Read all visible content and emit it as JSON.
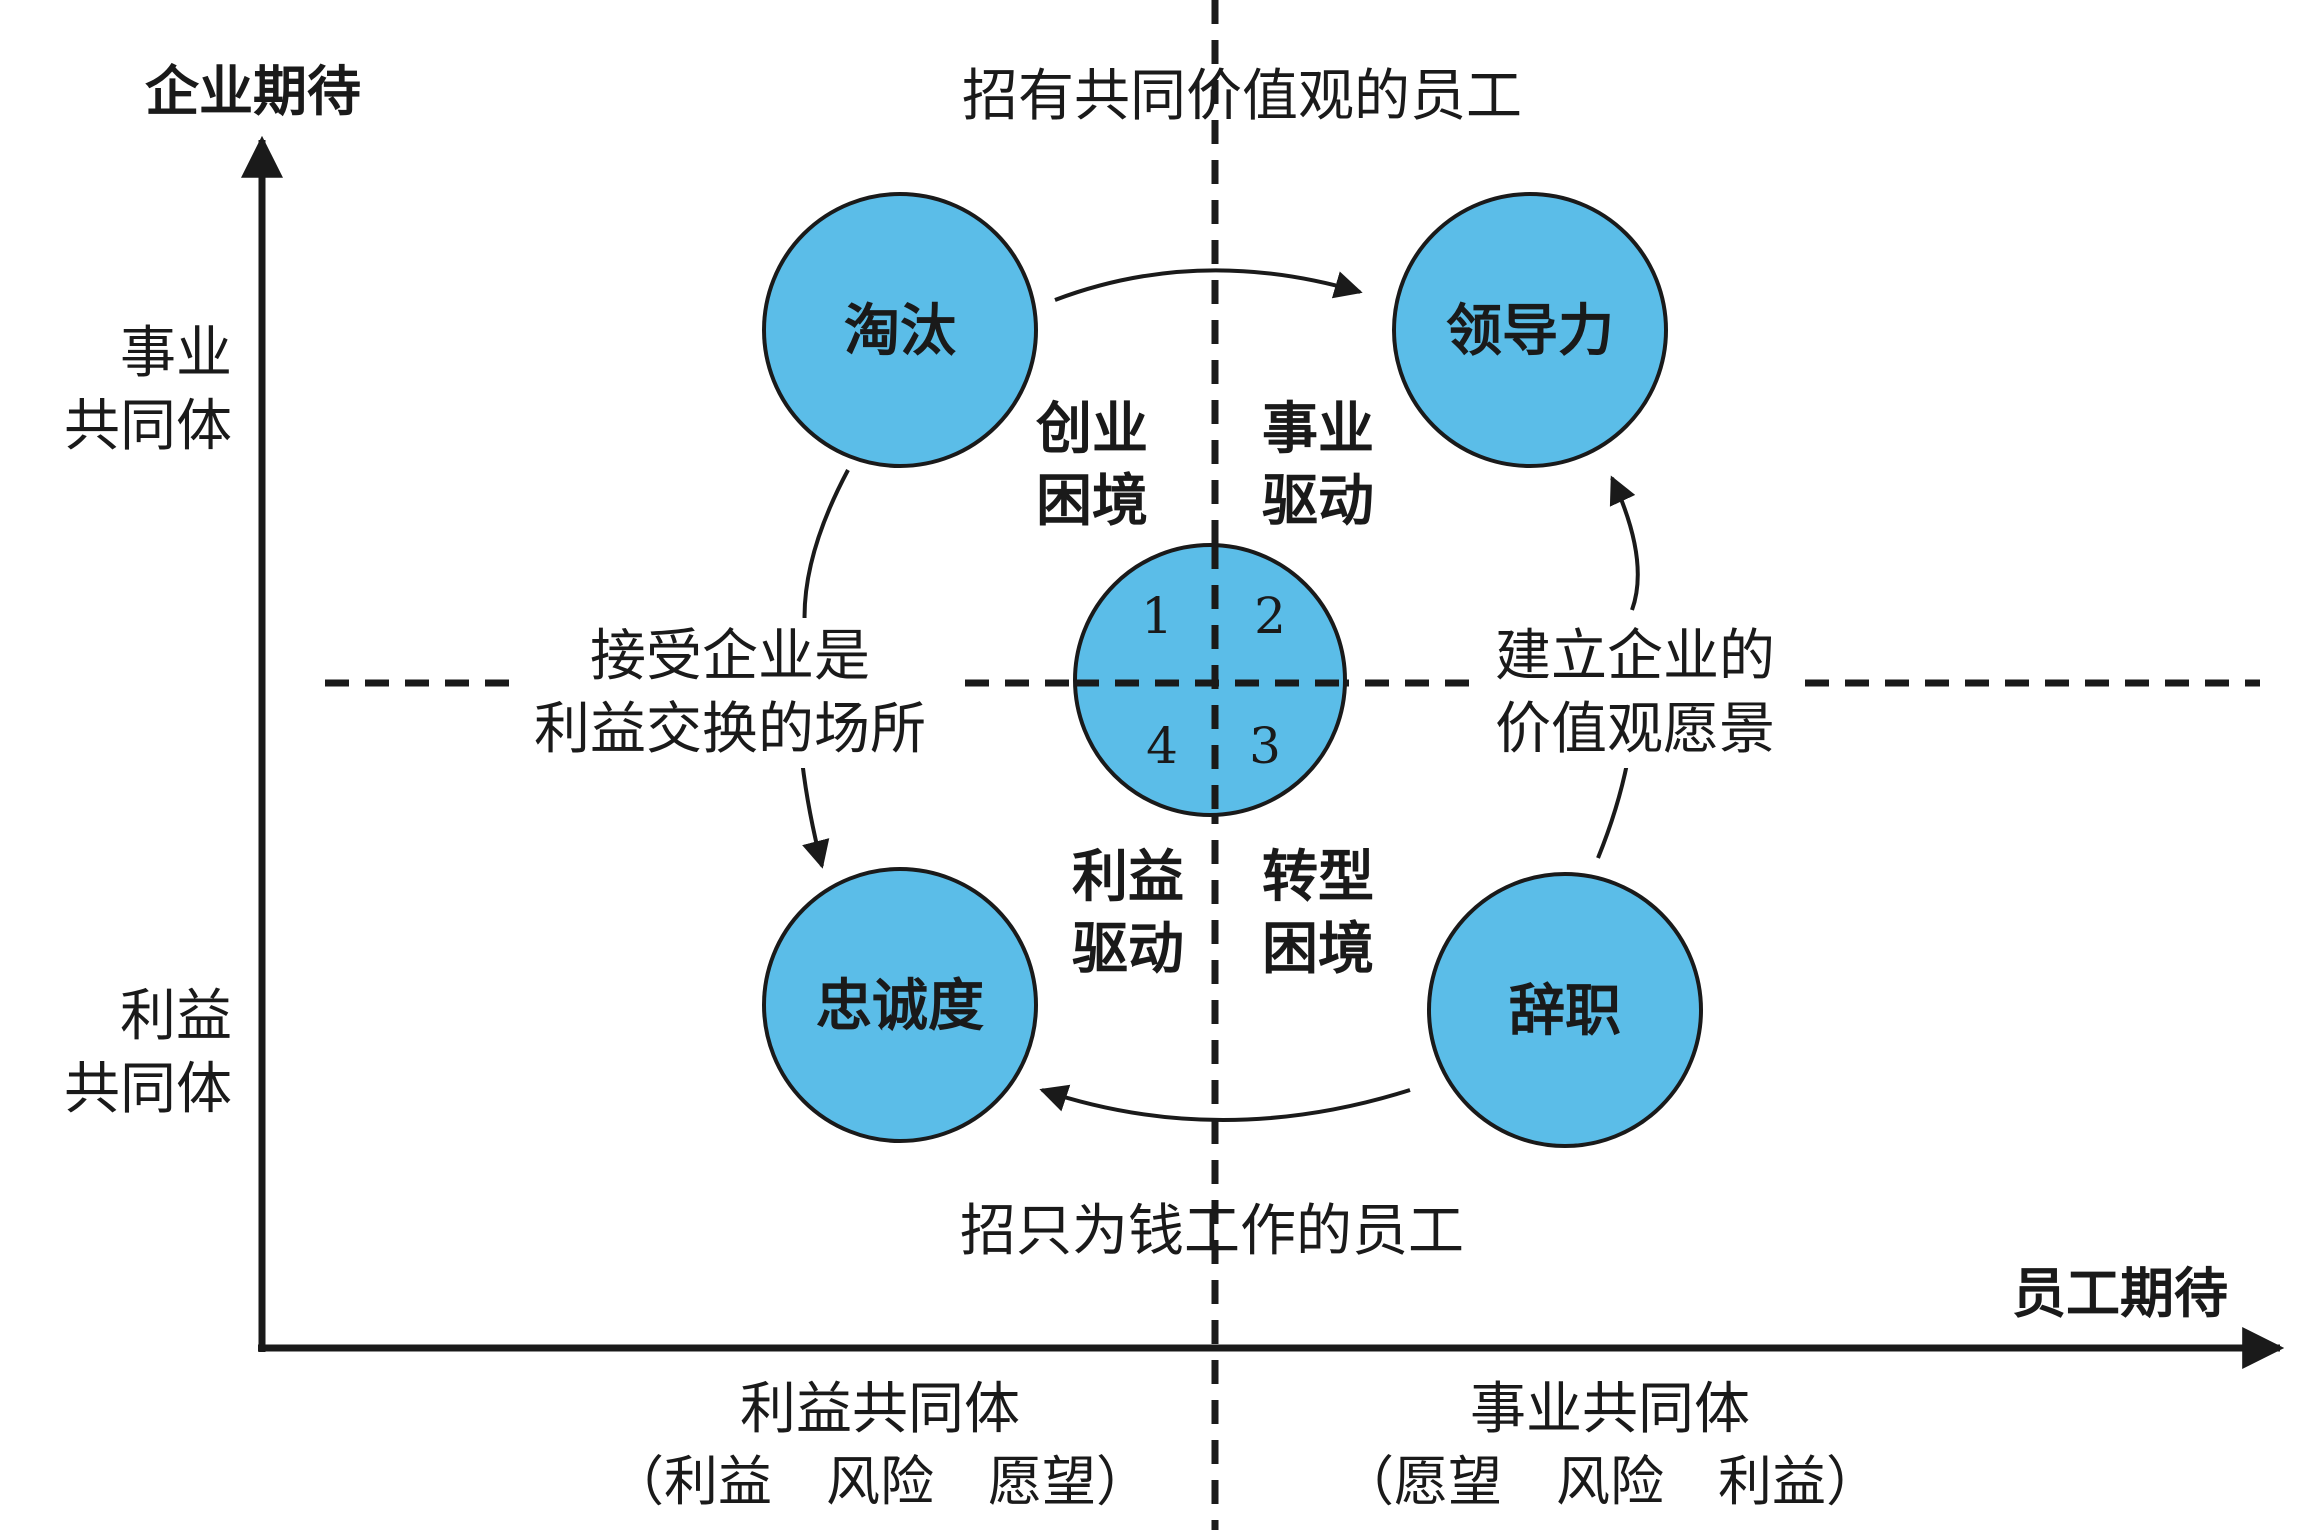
{
  "colors": {
    "circle_fill": "#5bbde8",
    "stroke": "#1a1a1a",
    "background": "#ffffff"
  },
  "axes": {
    "y_title": "企业期待",
    "x_title": "员工期待",
    "y_top_label": [
      "事业",
      "共同体"
    ],
    "y_bottom_label": [
      "利益",
      "共同体"
    ],
    "x_left_label": [
      "利益共同体",
      "（利益　风险　愿望）"
    ],
    "x_right_label": [
      "事业共同体",
      "（愿望　风险　利益）"
    ]
  },
  "top_caption": "招有共同价值观的员工",
  "bottom_caption": "招只为钱工作的员工",
  "nodes": {
    "eliminate": "淘汰",
    "leadership": "领导力",
    "loyalty": "忠诚度",
    "resign": "辞职"
  },
  "quadrants": {
    "q1": [
      "创业",
      "困境"
    ],
    "q2": [
      "事业",
      "驱动"
    ],
    "q3": [
      "转型",
      "困境"
    ],
    "q4": [
      "利益",
      "驱动"
    ]
  },
  "side_notes": {
    "left": [
      "接受企业是",
      "利益交换的场所"
    ],
    "right": [
      "建立企业的",
      "价值观愿景"
    ]
  },
  "center_numbers": [
    "1",
    "2",
    "3",
    "4"
  ]
}
